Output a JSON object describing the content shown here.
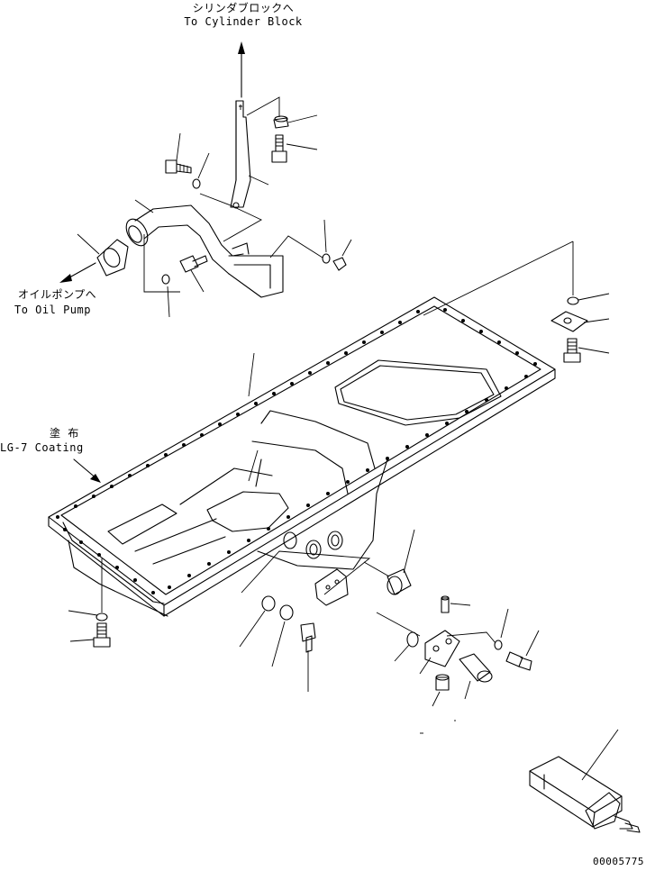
{
  "labels": {
    "to_cylinder_block_jp": "シリンダブロックへ",
    "to_cylinder_block_en": "To Cylinder Block",
    "to_oil_pump_jp": "オイルポンプへ",
    "to_oil_pump_en": "To Oil Pump",
    "coating_jp": "塗 布",
    "coating_en": "LG-7 Coating",
    "drawing_number": "00005775"
  }
}
